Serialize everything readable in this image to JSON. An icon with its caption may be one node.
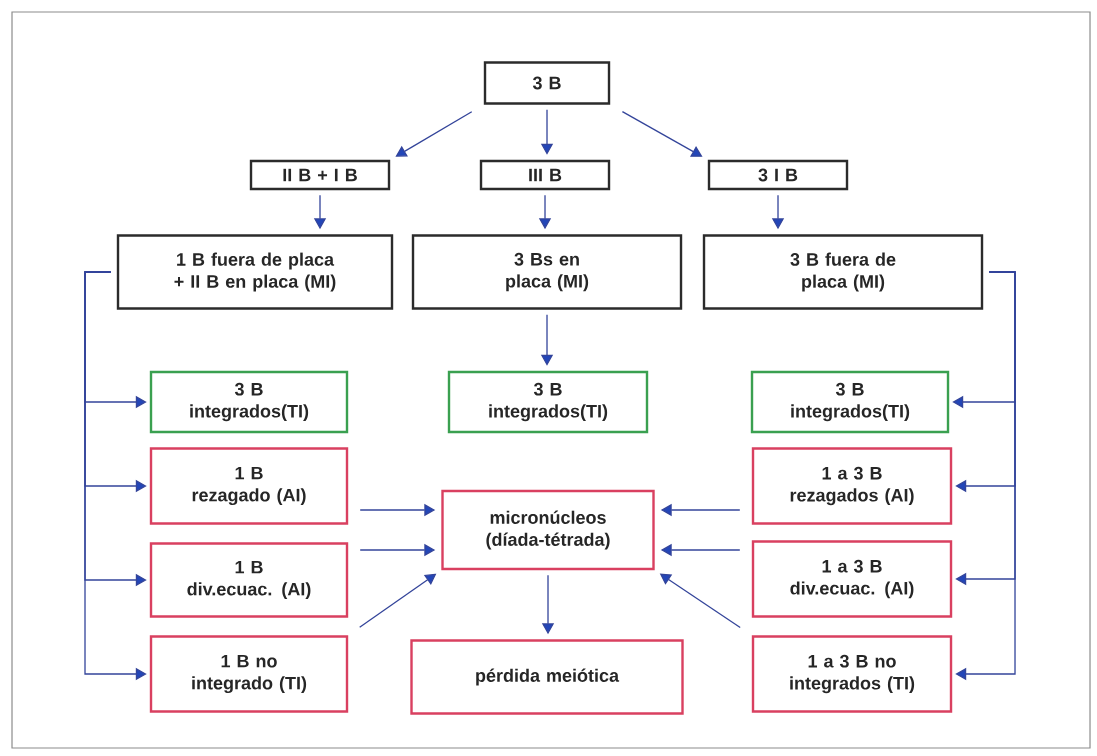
{
  "diagram": {
    "nodes": [
      {
        "text": [
          "3 B"
        ]
      },
      {
        "text": [
          "II B + I B"
        ]
      },
      {
        "text": [
          "III B"
        ]
      },
      {
        "text": [
          "3 I B"
        ]
      },
      {
        "text": [
          "1 B fuera de placa + II B en placa (MI)"
        ]
      },
      {
        "text": [
          "3 Bs en placa (MI)"
        ]
      },
      {
        "text": [
          "3 B fuera de placa (MI)"
        ]
      },
      {
        "text": [
          "3 B",
          "integrados(TI)"
        ]
      },
      {
        "text": [
          "3 B",
          "integrados(TI)"
        ]
      },
      {
        "text": [
          "3 B",
          "integrados(TI)"
        ]
      },
      {
        "text": [
          "1 B",
          "rezagado (AI)"
        ]
      },
      {
        "text": [
          "micronúcleos (díada-tétrada)"
        ]
      },
      {
        "text": [
          "1 a 3 B",
          "rezagados (AI)"
        ]
      },
      {
        "text": [
          "1 B",
          "div.ecuac. (AI)"
        ]
      },
      {
        "text": [
          "1 a 3 B",
          "div.ecuac. (AI)"
        ]
      },
      {
        "text": [
          "1 B no",
          "integrado (TI)"
        ]
      },
      {
        "text": [
          "pérdida meiótica"
        ]
      },
      {
        "text": [
          "1 a 3 B no",
          "integrados (TI)"
        ]
      }
    ],
    "edges": [
      {
        "from": 0,
        "to": 1,
        "arrow": "to"
      },
      {
        "from": 0,
        "to": 2,
        "arrow": "to"
      },
      {
        "from": 0,
        "to": 3,
        "arrow": "to"
      },
      {
        "from": 1,
        "to": 4,
        "arrow": "to"
      },
      {
        "from": 2,
        "to": 5,
        "arrow": "to"
      },
      {
        "from": 3,
        "to": 6,
        "arrow": "to"
      },
      {
        "from": 4,
        "to": 7,
        "arrow": "to"
      },
      {
        "from": 4,
        "to": 10,
        "arrow": "to"
      },
      {
        "from": 4,
        "to": 13,
        "arrow": "to"
      },
      {
        "from": 4,
        "to": 15,
        "arrow": "to"
      },
      {
        "from": 5,
        "to": 8,
        "arrow": "to"
      },
      {
        "from": 6,
        "to": 9,
        "arrow": "to"
      },
      {
        "from": 6,
        "to": 12,
        "arrow": "to"
      },
      {
        "from": 6,
        "to": 14,
        "arrow": "to"
      },
      {
        "from": 6,
        "to": 17,
        "arrow": "to"
      },
      {
        "from": 10,
        "to": 11,
        "arrow": "to"
      },
      {
        "from": 13,
        "to": 11,
        "arrow": "to"
      },
      {
        "from": 15,
        "to": 11,
        "arrow": "to"
      },
      {
        "from": 12,
        "to": 11,
        "arrow": "to"
      },
      {
        "from": 14,
        "to": 11,
        "arrow": "to"
      },
      {
        "from": 17,
        "to": 11,
        "arrow": "to"
      },
      {
        "from": 11,
        "to": 16,
        "arrow": "to"
      }
    ]
  }
}
